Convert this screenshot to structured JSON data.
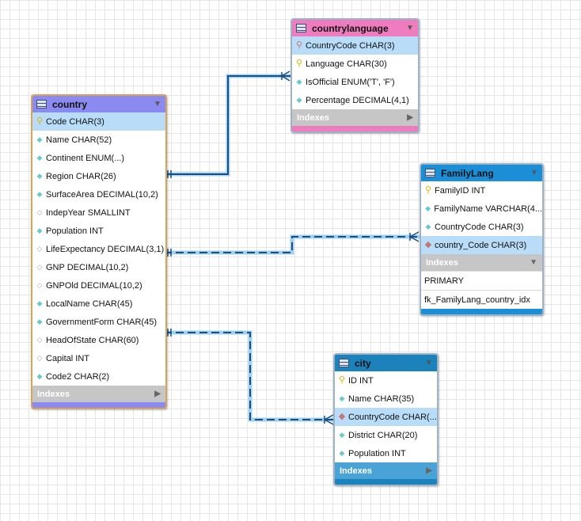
{
  "colors": {
    "country": "#8a8af0",
    "countrylanguage": "#f07cc0",
    "familylang": "#1a8fd8",
    "city": "#1c82bc",
    "relationship_line": "#1a5d9c"
  },
  "icons": {
    "table": "table-icon",
    "primary_key": "key-icon",
    "foreign_key": "foreign-key-icon",
    "column": "diamond-icon",
    "nullable_column": "empty-diamond-icon",
    "expand": "triangle-down-icon",
    "collapsed": "triangle-right-icon"
  },
  "tables": {
    "country": {
      "name": "country",
      "columns": [
        "Code CHAR(3)",
        "Name CHAR(52)",
        "Continent ENUM(...)",
        "Region CHAR(26)",
        "SurfaceArea DECIMAL(10,2)",
        "IndepYear SMALLINT",
        "Population INT",
        "LifeExpectancy DECIMAL(3,1)",
        "GNP DECIMAL(10,2)",
        "GNPOld DECIMAL(10,2)",
        "LocalName CHAR(45)",
        "GovernmentForm CHAR(45)",
        "HeadOfState CHAR(60)",
        "Capital INT",
        "Code2 CHAR(2)"
      ],
      "indexes_label": "Indexes"
    },
    "countrylanguage": {
      "name": "countrylanguage",
      "columns": [
        "CountryCode CHAR(3)",
        "Language CHAR(30)",
        "IsOfficial ENUM('T', 'F')",
        "Percentage DECIMAL(4,1)"
      ],
      "indexes_label": "Indexes"
    },
    "familylang": {
      "name": "FamilyLang",
      "columns": [
        "FamilyID INT",
        "FamilyName VARCHAR(4...",
        "CountryCode CHAR(3)",
        "country_Code CHAR(3)"
      ],
      "indexes_label": "Indexes",
      "indexes": [
        "PRIMARY",
        "fk_FamilyLang_country_idx"
      ]
    },
    "city": {
      "name": "city",
      "columns": [
        "ID INT",
        "Name CHAR(35)",
        "CountryCode CHAR(...",
        "District CHAR(20)",
        "Population INT"
      ],
      "indexes_label": "Indexes"
    }
  }
}
